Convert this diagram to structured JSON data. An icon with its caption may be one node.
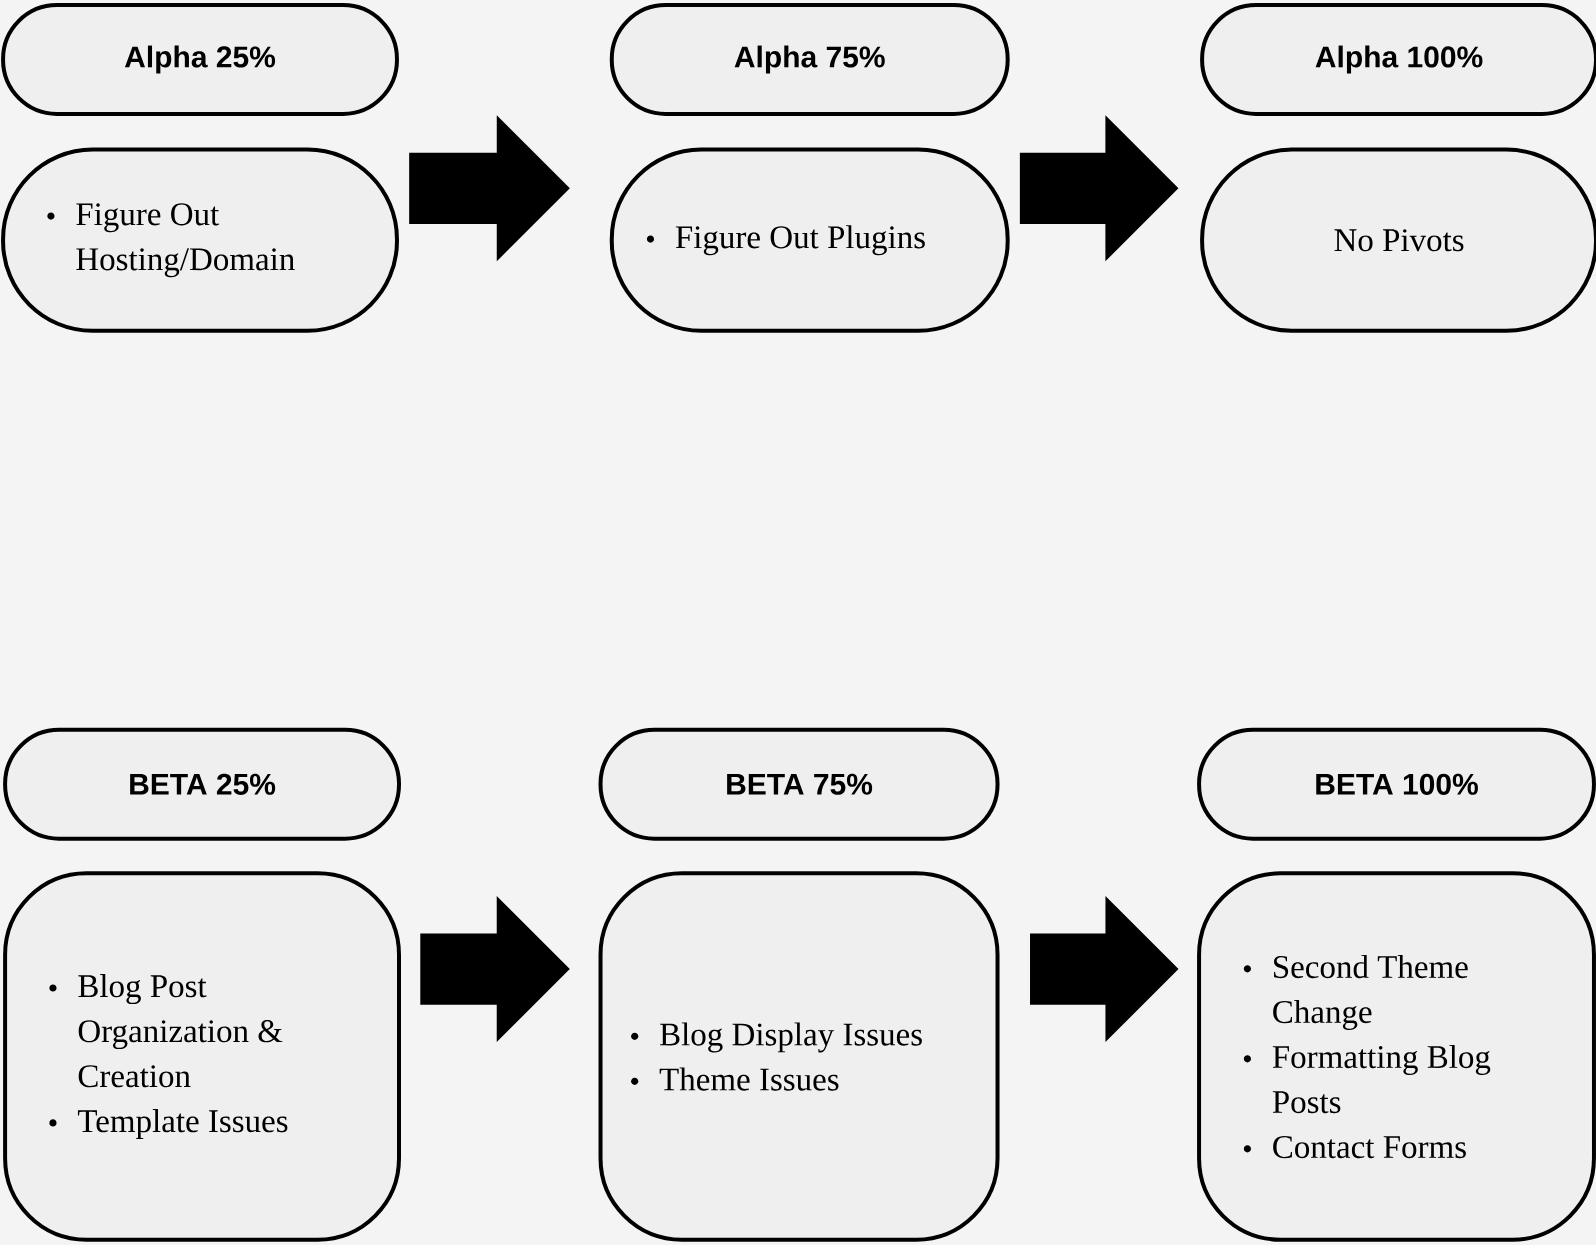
{
  "diagram": {
    "nodes": [
      {
        "text": [
          "Alpha 25%"
        ]
      },
      {
        "text": [
          "Figure Out Hosting/Domain"
        ]
      },
      {
        "text": [
          "Alpha 75%"
        ]
      },
      {
        "text": [
          "Figure Out Plugins"
        ]
      },
      {
        "text": [
          "Alpha 100%"
        ]
      },
      {
        "text": [
          "No Pivots"
        ]
      },
      {
        "text": [
          "BETA 25%"
        ]
      },
      {
        "text": [
          "Blog Post Organization & Creation",
          "Template Issues"
        ]
      },
      {
        "text": [
          "BETA 75%"
        ]
      },
      {
        "text": [
          "Blog Display Issues",
          "Theme Issues"
        ]
      },
      {
        "text": [
          "BETA 100%"
        ]
      },
      {
        "text": [
          "Second Theme Change",
          "Formatting Blog Posts",
          "Contact Forms"
        ]
      }
    ],
    "edges": [
      {
        "from": 1,
        "to": 3,
        "arrow": "to"
      },
      {
        "from": 3,
        "to": 5,
        "arrow": "to"
      },
      {
        "from": 7,
        "to": 9,
        "arrow": "to"
      },
      {
        "from": 9,
        "to": 11,
        "arrow": "to"
      }
    ]
  }
}
